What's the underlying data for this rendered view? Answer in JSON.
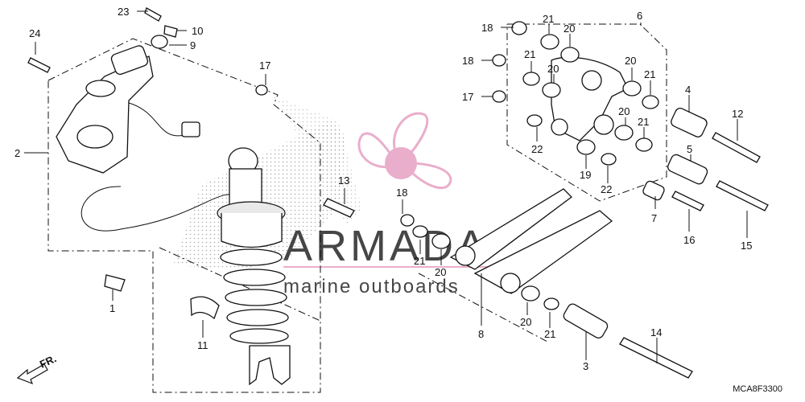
{
  "figure": {
    "reference_code": "MCA8F3300",
    "front_marker": "FR.",
    "watermark": {
      "brand": "ARMADA",
      "tagline": "marine outboards",
      "logo_color": "#e7a6c6"
    },
    "callouts": [
      "1",
      "2",
      "3",
      "4",
      "5",
      "6",
      "7",
      "8",
      "11",
      "12",
      "13",
      "14",
      "15",
      "16",
      "17",
      "17",
      "18",
      "18",
      "18",
      "19",
      "20",
      "20",
      "20",
      "20",
      "20",
      "20",
      "21",
      "21",
      "21",
      "21",
      "21",
      "21",
      "22",
      "22",
      "23",
      "24",
      "9",
      "10"
    ]
  }
}
